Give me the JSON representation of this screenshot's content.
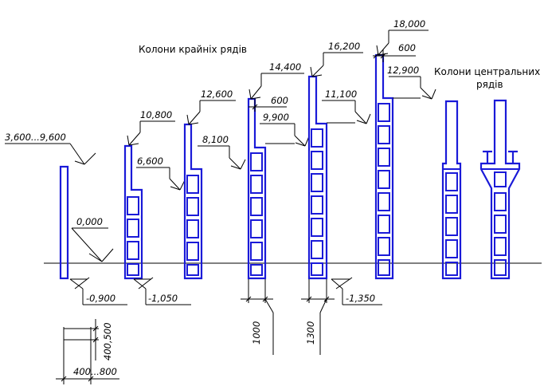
{
  "titles": {
    "edge_rows": "Колони крайніх рядів",
    "central_rows_1": "Колони центральних",
    "central_rows_2": "рядів"
  },
  "elevations": {
    "e_3600_9600": "3,600...9,600",
    "e_0000": "0,000",
    "e_m0900": "-0,900",
    "e_m1050": "-1,050",
    "e_m1350": "-1,350",
    "e_10800": "10,800",
    "e_6600": "6,600",
    "e_12600": "12,600",
    "e_8100": "8,100",
    "e_14400": "14,400",
    "e_9900": "9,900",
    "e_16200": "16,200",
    "e_11100": "11,100",
    "e_18000": "18,000",
    "e_12900": "12,900"
  },
  "dimensions": {
    "d_600_a": "600",
    "d_600_b": "600",
    "d_1000": "1000",
    "d_1300": "1300",
    "d_400_500": "400,500",
    "d_400_800": "400...800"
  },
  "colors": {
    "column": "#1a1ad8",
    "line": "#000000"
  }
}
